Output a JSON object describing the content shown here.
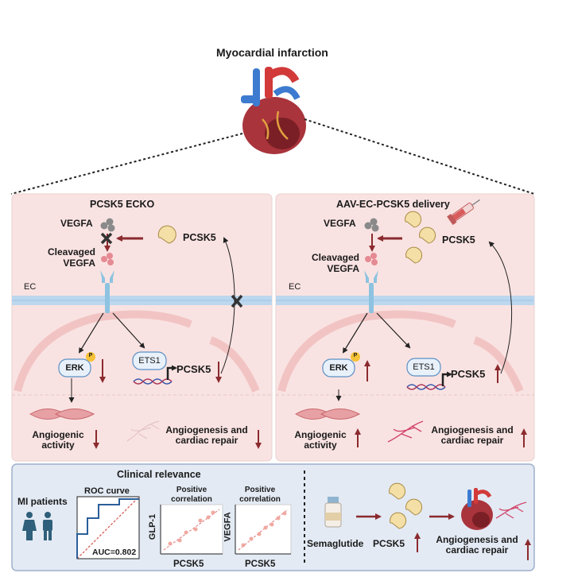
{
  "title": "Myocardial infarction",
  "left_panel": {
    "title": "PCSK5 ECKO",
    "vegfa": "VEGFA",
    "cleavaged_line1": "Cleavaged",
    "cleavaged_line2": "VEGFA",
    "pcsk5": "PCSK5",
    "ec": "EC",
    "erk": "ERK",
    "p": "P",
    "ets1": "ETS1",
    "pcsk5_gene": "PCSK5",
    "activity_line1": "Angiogenic",
    "activity_line2": "activity",
    "repair_line1": "Angiogenesis and",
    "repair_line2": "cardiac repair"
  },
  "right_panel": {
    "title": "AAV-EC-PCSK5 delivery",
    "vegfa": "VEGFA",
    "cleavaged_line1": "Cleavaged",
    "cleavaged_line2": "VEGFA",
    "pcsk5": "PCSK5",
    "ec": "EC",
    "erk": "ERK",
    "p": "P",
    "ets1": "ETS1",
    "pcsk5_gene": "PCSK5",
    "activity_line1": "Angiogenic",
    "activity_line2": "activity",
    "repair_line1": "Angiogenesis and",
    "repair_line2": "cardiac repair"
  },
  "clinical": {
    "title": "Clinical relevance",
    "mi_patients": "MI patients",
    "roc_title": "ROC curve",
    "auc": "AUC=0.802",
    "corr1_line1": "Positive",
    "corr1_line2": "correlation",
    "corr1_ylabel": "GLP-1",
    "corr1_xlabel": "PCSK5",
    "corr2_line1": "Positive",
    "corr2_line2": "correlation",
    "corr2_ylabel": "VEGFA",
    "corr2_xlabel": "PCSK5",
    "semaglutide": "Semaglutide",
    "pcsk5": "PCSK5",
    "repair_line1": "Angiogenesis and",
    "repair_line2": "cardiac repair"
  },
  "colors": {
    "arrow": "#8b2a2e",
    "panel_bg": "#f9e3e2",
    "clinical_bg": "#e3eaf4",
    "membrane": "#bcd7ee"
  }
}
